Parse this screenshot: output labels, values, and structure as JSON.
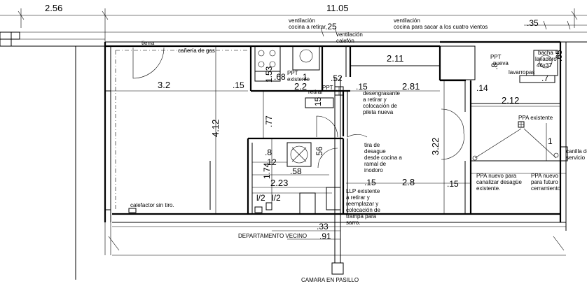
{
  "dimensions": {
    "top_left": "2.56",
    "top_total": "11.05",
    "d_25": ".25",
    "d_35": ".35",
    "d_2_11": "2.11",
    "d_3_2": "3.2",
    "d_15_a": ".15",
    "d_1_53": "1.53",
    "d_68": ".68",
    "d_1": "1",
    "d_52": ".52",
    "d_2_2": "2.2",
    "d_15_b": ".15",
    "d_2_81": "2.81",
    "d_14": ".14",
    "d_7": ".7",
    "d_2_12": "2.12",
    "d_8_side": ".8",
    "d_65": ".65",
    "d_4_12": "4.12",
    "d_77": ".77",
    "d_8": ".8",
    "d_12": ".12",
    "d_56": ".56",
    "d_1_74": "1.74",
    "d_58": ".58",
    "d_2_23": "2.23",
    "d_15_c": ".15",
    "d_2_8": "2.8",
    "d_15_d": ".15",
    "d_3_22": "3.22",
    "d_1_side": "1",
    "d_1_2_a": "l/2",
    "d_1_2_b": "l/2",
    "d_33": ".33",
    "d_91": ".91",
    "d_15_e": "15"
  },
  "notes": {
    "vent_cocina_retirar_1": "ventilación",
    "vent_cocina_retirar_2": "cocina a retirar",
    "vent_sacar_1": "ventilación",
    "vent_sacar_2": "cocina para sacar a los cuatro vientos",
    "vent_calefon_1": "ventilación",
    "vent_calefon_2": "calefón",
    "tierra": "tierra",
    "caneria_gas": "cañería de gas",
    "ppt_existente_1": "PPT",
    "ppt_existente_2": "existente",
    "ppt_retirar_1": "PPT",
    "ppt_retirar_2": "retirar",
    "ppt_nueva_1": "PPT",
    "ppt_nueva_2": "nueva",
    "desengrasante_1": "desengrasante",
    "desengrasante_2": "a retirar y",
    "desengrasante_3": "colocación de",
    "desengrasante_4": "pileta nueva",
    "lavarropas": "lavarropas",
    "bacha_1": "bacha",
    "bacha_2": "lavadero",
    "bacha_3": "46x37",
    "ppa_existente": "PPA existente",
    "canilla_1": "canilla de",
    "canilla_2": "servicio",
    "tira_1": "tira de",
    "tira_2": "desague",
    "tira_3": "desde cocina a",
    "tira_4": "ramal de",
    "tira_5": "inodoro",
    "ppa_nuevo1_1": "PPA nuevo para",
    "ppa_nuevo1_2": "canalizar desagüe",
    "ppa_nuevo1_3": "existente.",
    "ppa_nuevo2_1": "PPA nuevo",
    "ppa_nuevo2_2": "para futuro",
    "ppa_nuevo2_3": "cerramiento",
    "llp_1": "LLP existente",
    "llp_2": "a retirar y",
    "llp_3": "reemplazar y",
    "llp_4": "colocación de",
    "llp_5": "trampa para",
    "llp_6": "sarro.",
    "calefactor": "calefactor sin tiro.",
    "depto_vecino": "DEPARTAMENTO VECINO",
    "camara": "CAMARA EN PASILLO"
  }
}
